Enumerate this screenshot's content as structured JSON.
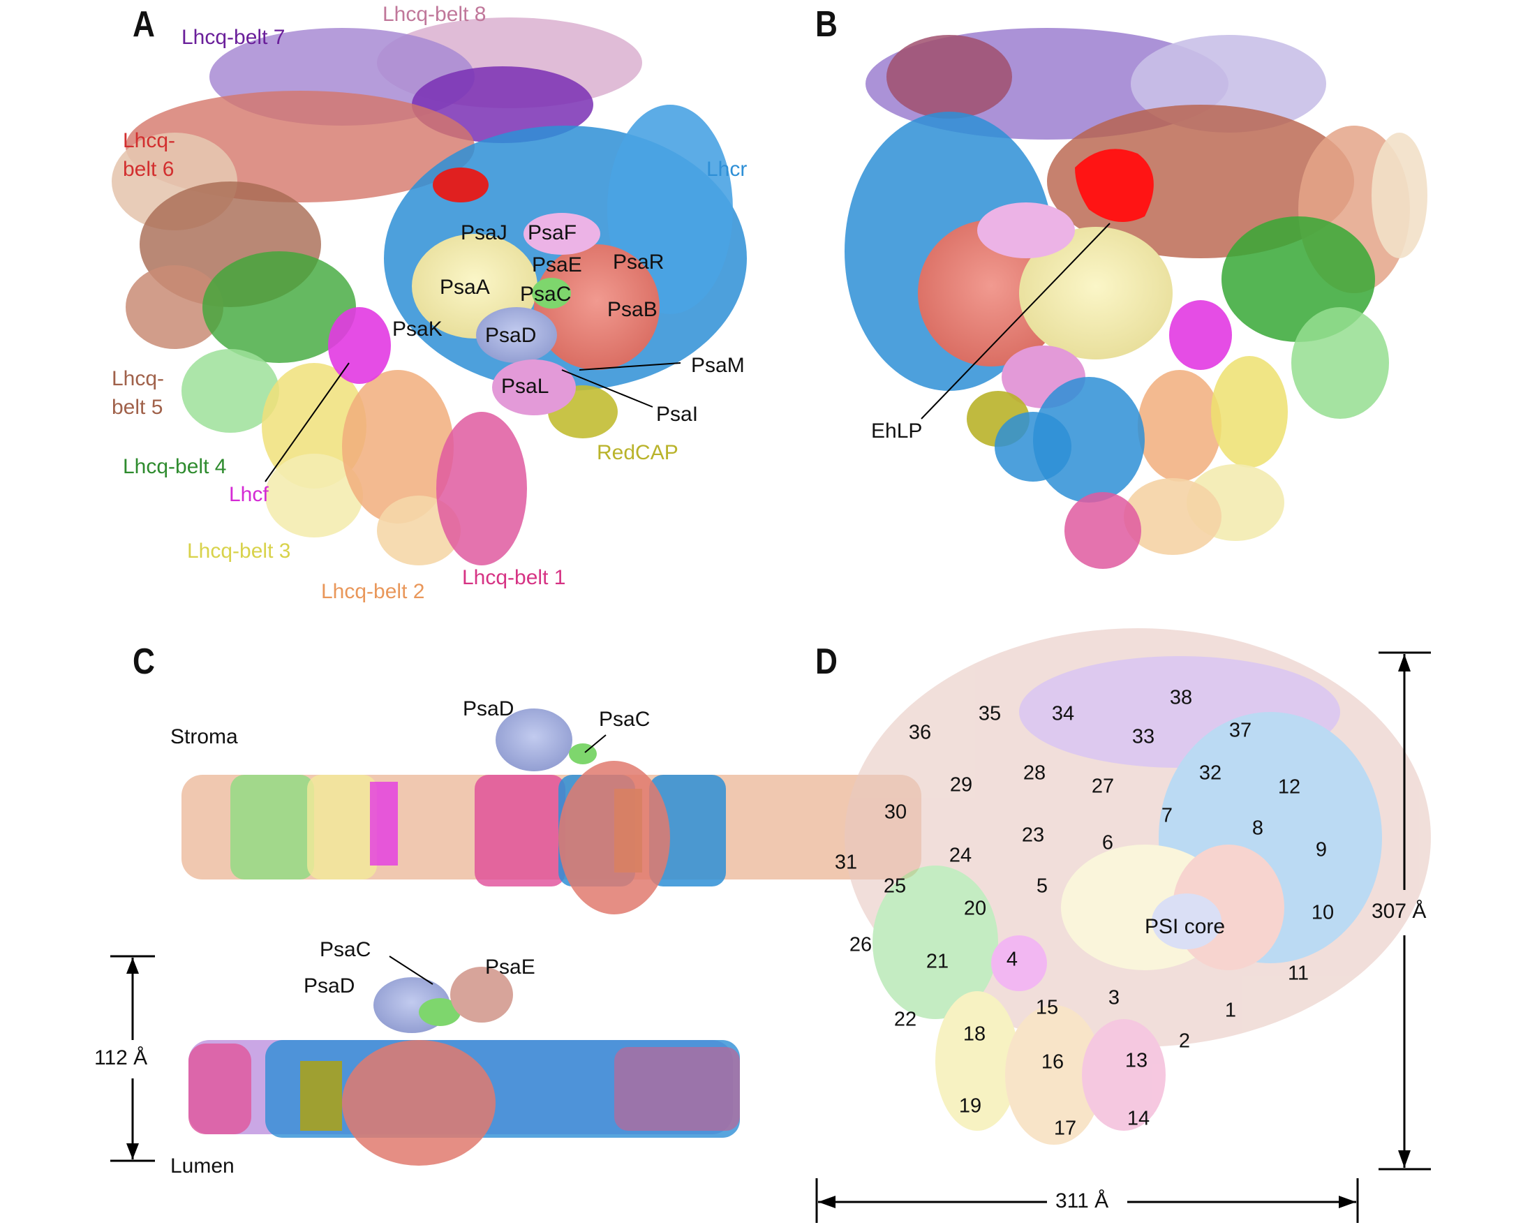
{
  "panels": {
    "A": {
      "letter": "A",
      "labels": {
        "belt7": "Lhcq-belt 7",
        "belt8": "Lhcq-belt 8",
        "belt6a": "Lhcq-",
        "belt6b": "belt 6",
        "lhcr": "Lhcr",
        "psaJ": "PsaJ",
        "psaF": "PsaF",
        "psaE": "PsaE",
        "psaR": "PsaR",
        "psaA": "PsaA",
        "psaC": "PsaC",
        "psaB": "PsaB",
        "psaK": "PsaK",
        "psaD": "PsaD",
        "psaM": "PsaM",
        "psaL": "PsaL",
        "psaI": "PsaI",
        "belt5a": "Lhcq-",
        "belt5b": "belt 5",
        "belt4": "Lhcq-belt 4",
        "redcap": "RedCAP",
        "lhcf": "Lhcf",
        "belt3": "Lhcq-belt 3",
        "belt2": "Lhcq-belt 2",
        "belt1": "Lhcq-belt 1"
      }
    },
    "B": {
      "letter": "B",
      "labels": {
        "ehlp": "EhLP"
      }
    },
    "C": {
      "letter": "C",
      "labels": {
        "psaD_top": "PsaD",
        "psaC_top": "PsaC",
        "stroma": "Stroma",
        "psaC_bot": "PsaC",
        "psaE_bot": "PsaE",
        "psaD_bot": "PsaD",
        "height": "112 Å",
        "lumen": "Lumen"
      }
    },
    "D": {
      "letter": "D",
      "core": "PSI core",
      "height": "307 Å",
      "width": "311 Å",
      "numbers": [
        "1",
        "2",
        "3",
        "4",
        "5",
        "6",
        "7",
        "8",
        "9",
        "10",
        "11",
        "12",
        "13",
        "14",
        "15",
        "16",
        "17",
        "18",
        "19",
        "20",
        "21",
        "22",
        "23",
        "24",
        "25",
        "26",
        "27",
        "28",
        "29",
        "30",
        "31",
        "32",
        "33",
        "34",
        "35",
        "36",
        "37",
        "38"
      ]
    }
  },
  "colors": {
    "belt1": "#d63384",
    "belt2": "#e9975a",
    "belt3": "#d8d24a",
    "belt4": "#2e8b2e",
    "belt5": "#a0614a",
    "belt6": "#d22f2f",
    "belt7": "#6a1f9a",
    "belt8": "#c0779a",
    "lhcr": "#2e8fd6",
    "lhcf": "#d42ad4",
    "redcap": "#b9b32a",
    "psaA": "#f3ecae",
    "psaB": "#e88277",
    "psaD": "#a9b3e0",
    "psaL": "#e39ad8",
    "psaC": "#7ed66d",
    "psaE": "#d7a49a",
    "ehlp": "#ff1a1a"
  }
}
